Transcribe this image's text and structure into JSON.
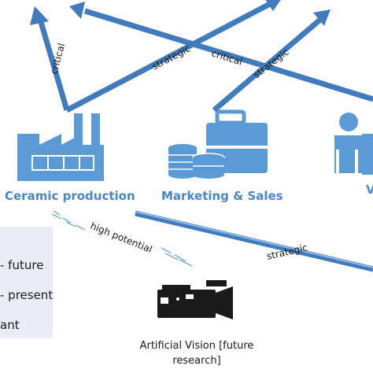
{
  "nodes": {
    "ceramic_production": "Ceramic production",
    "marketing_sales": "Marketing & Sales",
    "third_node_partial": "V"
  },
  "edge_labels": {
    "critical_1": "critical",
    "strategic_1": "strategic",
    "critical_2": "critical",
    "strategic_2": "strategic",
    "high_potential": "high potential",
    "strategic_3": "strategic"
  },
  "legend": {
    "item_1": "- future",
    "item_2": "- present",
    "item_3": "ant"
  },
  "caption": {
    "line_1": "Artificial Vision [future",
    "line_2": "research]"
  },
  "colors": {
    "arrow": "#4a86c5",
    "icon": "#5b9bd5",
    "legend_bg": "#e8edf6"
  }
}
